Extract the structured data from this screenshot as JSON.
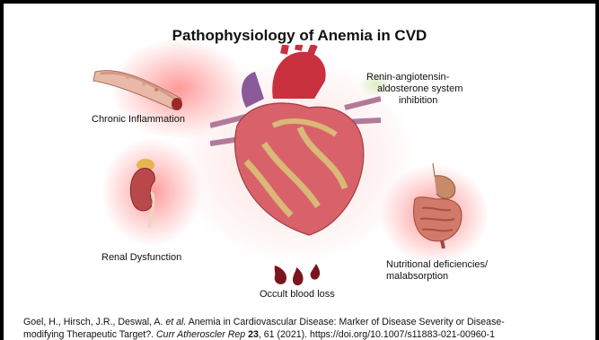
{
  "title": "Pathophysiology of Anemia in CVD",
  "labels": {
    "chronic_inflammation": "Chronic Inflammation",
    "raas_line1": "Renin-angiotensin-",
    "raas_line2": "aldosterone system",
    "raas_line3": "inhibition",
    "renal_dysfunction": "Renal Dysfunction",
    "nutritional_line1": "Nutritional deficiencies/",
    "nutritional_line2": "malabsorption",
    "occult_blood_loss": "Occult blood loss"
  },
  "citation": {
    "authors": "Goel, H., Hirsch, J.R., Deswal, A.",
    "etal": "et al.",
    "title_line1": "Anemia in Cardiovascular Disease: Marker of Disease Severity or Disease-",
    "title_line2": "modifying Therapeutic Target?.",
    "journal": "Curr Atheroscler Rep",
    "volume": "23",
    "rest": ", 61 (2021). https://doi.org/10.1007/s11883-021-00960-1"
  },
  "colors": {
    "background": "#ffffff",
    "glow": "#ff4a4a",
    "heart": "#d9626a",
    "fat": "#d8c27a",
    "aorta": "#c9313f",
    "vein": "#8b5a9a"
  }
}
